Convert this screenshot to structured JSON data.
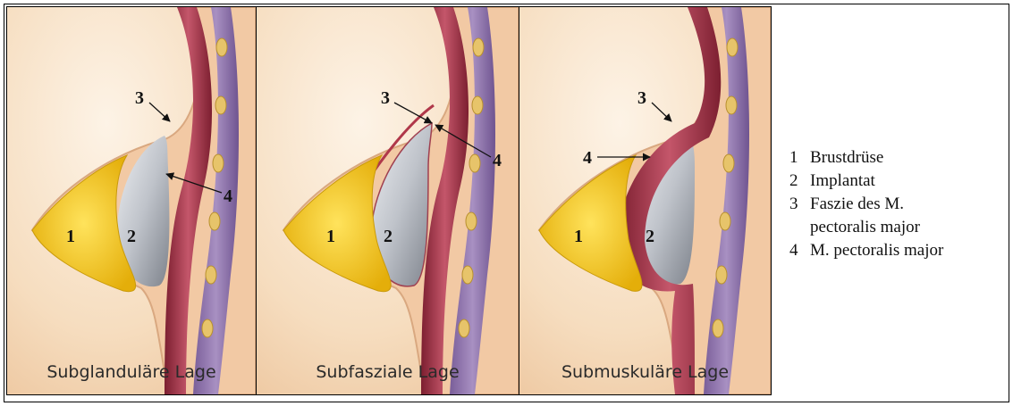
{
  "panels": [
    {
      "caption": "Subglanduläre Lage",
      "labels": {
        "gland": "1",
        "implant": "2",
        "fascia": "3",
        "muscle": "4"
      }
    },
    {
      "caption": "Subfasziale Lage",
      "labels": {
        "gland": "1",
        "implant": "2",
        "fascia": "3",
        "muscle": "4"
      }
    },
    {
      "caption": "Submuskuläre Lage",
      "labels": {
        "gland": "1",
        "implant": "2",
        "fascia": "3",
        "muscle": "4"
      }
    }
  ],
  "legend": [
    {
      "number": "1",
      "text": "Brustdrüse"
    },
    {
      "number": "2",
      "text": "Implantat"
    },
    {
      "number": "3",
      "text": "Faszie des M. pectoralis major"
    },
    {
      "number": "4",
      "text": "M. pectoralis major"
    }
  ],
  "colors": {
    "background": "#f4dcc0",
    "skin": "#f2c9a4",
    "gland": "#f2c51a",
    "implant": "#b3b7bf",
    "muscle": "#b0384a",
    "ribs_band": "#8a6ea6",
    "rib": "#e7c46a"
  }
}
